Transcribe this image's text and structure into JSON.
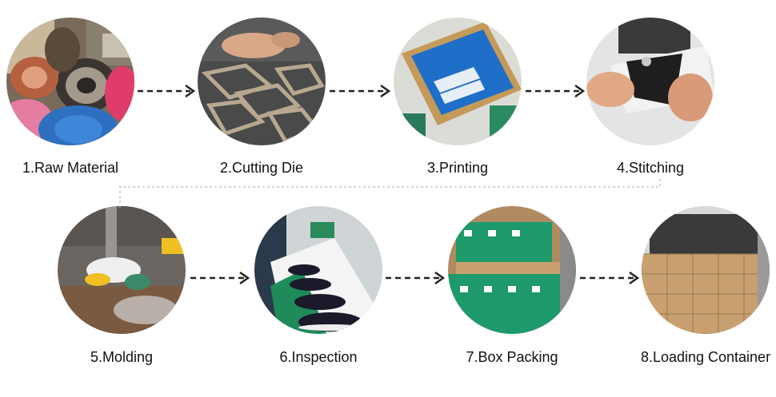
{
  "steps": [
    {
      "label": "1.Raw Material"
    },
    {
      "label": "2.Cutting Die"
    },
    {
      "label": "3.Printing"
    },
    {
      "label": "4.Stitching"
    },
    {
      "label": "5.Molding"
    },
    {
      "label": "6.Inspection"
    },
    {
      "label": "7.Box Packing"
    },
    {
      "label": "8.Loading Container"
    }
  ],
  "colors": {
    "arrow": "#222222",
    "connector": "#bbbbbb",
    "label": "#111111"
  }
}
